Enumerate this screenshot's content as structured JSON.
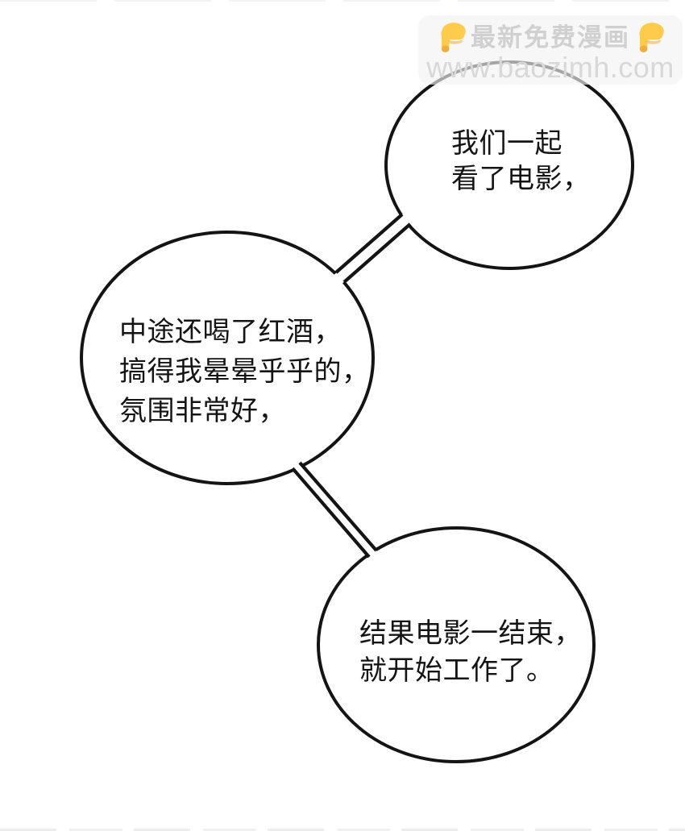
{
  "page": {
    "background_color": "#ffffff",
    "ink_color": "#141414"
  },
  "watermark": {
    "title": "最新免费漫画",
    "url": "www.baozimh.com",
    "hand_icon": "backhand-index-pointing-down",
    "box_color": "rgba(242,242,242,0.65)",
    "title_color": "#d0d0d0",
    "url_color": "#d8d8d8",
    "hand_color": "#ffcb4d"
  },
  "bubbles": [
    {
      "id": "top",
      "text": "我们一起\n看了电影，"
    },
    {
      "id": "middle",
      "text": "中途还喝了红酒，\n搞得我晕晕乎乎的，\n氛围非常好，"
    },
    {
      "id": "bottom",
      "text": "结果电影一结束，\n就开始工作了。"
    }
  ]
}
